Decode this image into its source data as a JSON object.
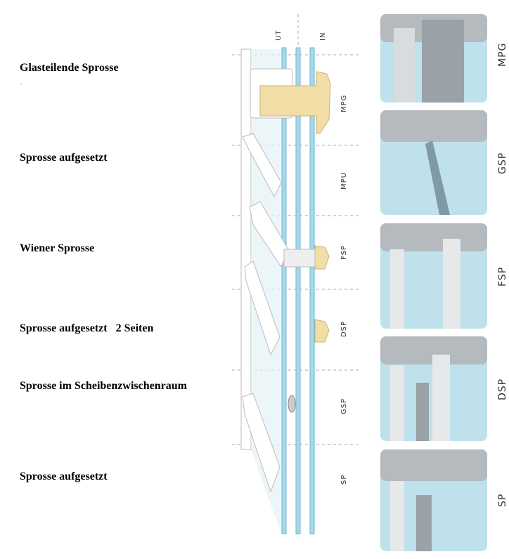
{
  "left_labels": [
    "Glasteilende Sprosse",
    "Sprosse aufgesetzt",
    "Wiener Sprosse",
    "Sprosse aufgesetzt   2 Seiten",
    "Sprosse im Scheibenzwischenraum",
    "Sprosse aufgesetzt"
  ],
  "stray_mark": ".",
  "diagram": {
    "outside_label": "UT",
    "inside_label": "IN",
    "sections": [
      "MPG",
      "MPU",
      "FSP",
      "DSP",
      "GSP",
      "SP"
    ]
  },
  "photos": [
    "MPG",
    "GSP",
    "FSP",
    "DSP",
    "SP"
  ],
  "colors": {
    "glass": "#a9d8ea",
    "wood": "#f1dea6",
    "frame": "#ffffff",
    "photo_sky": "#bfe1ec",
    "photo_frame": "#a9aeb3"
  }
}
